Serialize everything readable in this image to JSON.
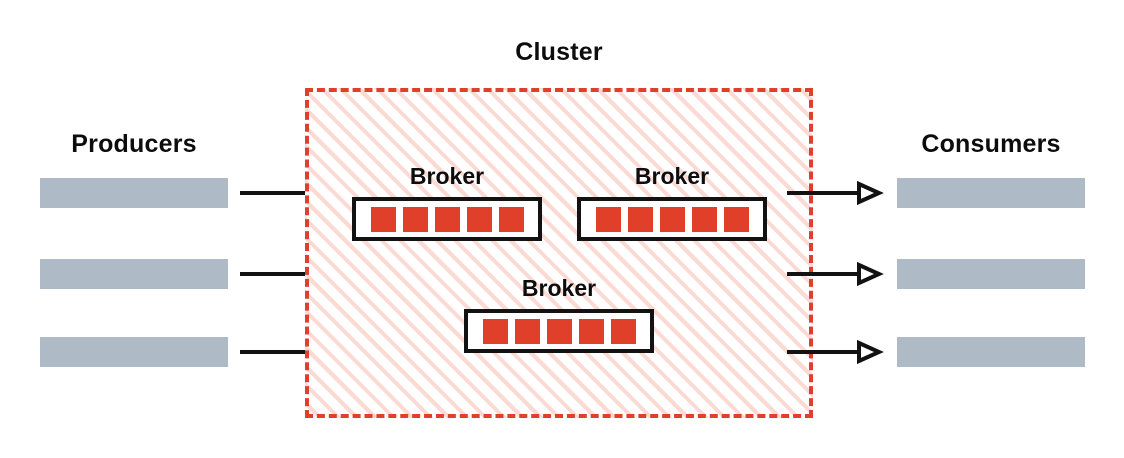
{
  "diagram": {
    "title": "Cluster",
    "columns": {
      "producers": {
        "title": "Producers",
        "nodes": [
          {
            "label": ""
          },
          {
            "label": ""
          },
          {
            "label": ""
          }
        ]
      },
      "consumers": {
        "title": "Consumers",
        "nodes": [
          {
            "label": ""
          },
          {
            "label": ""
          },
          {
            "label": ""
          }
        ]
      }
    },
    "brokers": [
      {
        "label": "Broker",
        "partitions": 5
      },
      {
        "label": "Broker",
        "partitions": 5
      },
      {
        "label": "Broker",
        "partitions": 5
      }
    ],
    "arrows": {
      "inbound_count": 3,
      "outbound_count": 3,
      "head_style": "hollow-triangle"
    },
    "colors": {
      "accent": "#e0402a",
      "partition": "#e0402a",
      "endpoint_bar": "#aebac6",
      "hatch": "#fbdad4",
      "outline": "#121212",
      "text": "#0d0d0d",
      "background": "#ffffff"
    }
  }
}
